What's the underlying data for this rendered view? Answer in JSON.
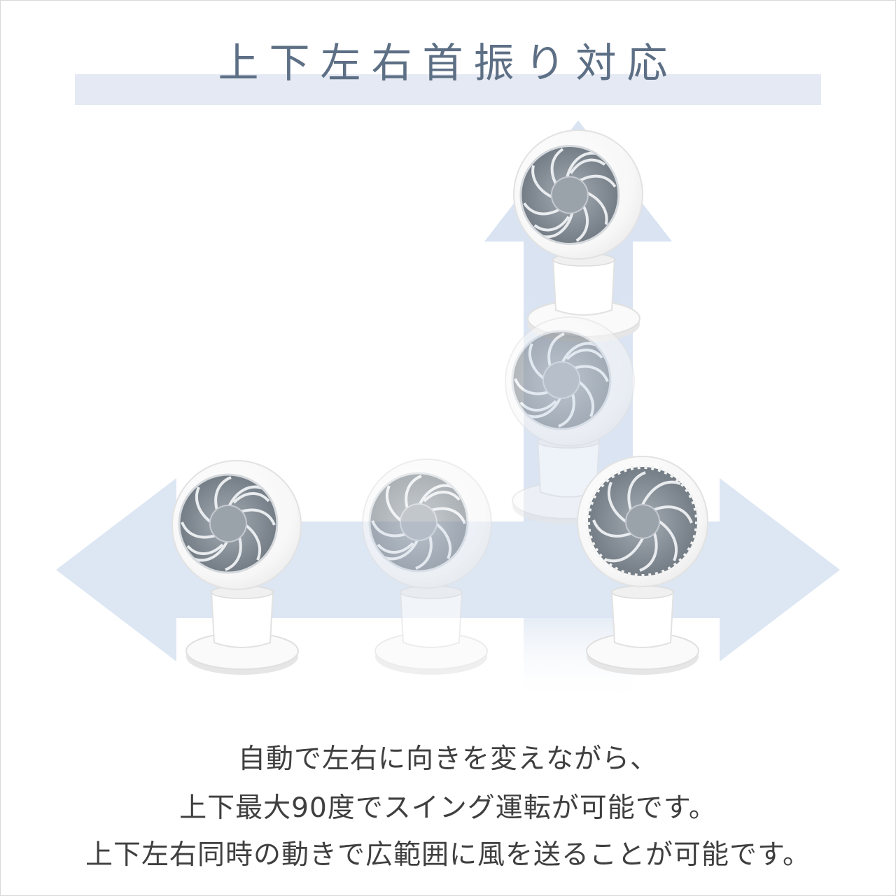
{
  "title": "上下左右首振り対応",
  "description_lines": [
    "自動で左右に向きを変えながら、",
    "上下最大90度でスイング運転が可能です。",
    "上下左右同時の動きで広範囲に風を送ることが可能です。"
  ],
  "colors": {
    "title_text": "#5d6f85",
    "title_band": "#e4e9f3",
    "arrow_fill": "#dde6f3",
    "fan_body": "#ffffff",
    "fan_blades": "#8a939c",
    "caption_text": "#3f3f3f"
  },
  "icons": [
    "left-arrow",
    "right-arrow",
    "up-arrow",
    "circulator-fan"
  ]
}
